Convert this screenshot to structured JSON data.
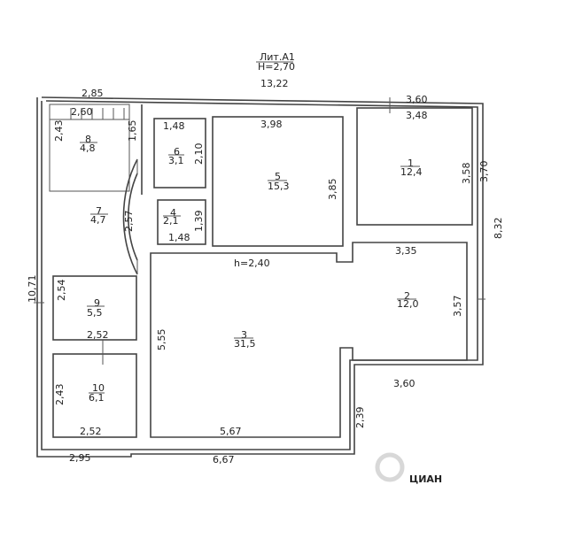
{
  "header": {
    "lit": "Лит.А1",
    "height": "Н=2,70"
  },
  "overall_width": "13,22",
  "overall_height": "8,32",
  "floor_height": "h=2,40",
  "watermark": "ЦИАН",
  "rooms": [
    {
      "num": "1",
      "area": "12,4"
    },
    {
      "num": "2",
      "area": "12,0"
    },
    {
      "num": "3",
      "area": "31,5"
    },
    {
      "num": "4",
      "area": "2,1"
    },
    {
      "num": "5",
      "area": "15,3"
    },
    {
      "num": "6",
      "area": "3,1"
    },
    {
      "num": "7",
      "area": "4,7"
    },
    {
      "num": "8",
      "area": "4,8"
    },
    {
      "num": "9",
      "area": "5,5"
    },
    {
      "num": "10",
      "area": "6,1"
    }
  ],
  "dims": {
    "top_left": "2,85",
    "stair_w": "2,60",
    "stair_h1": "2,43",
    "stair_h2": "1,65",
    "r6_w": "1,48",
    "r6_h": "2,10",
    "r5_w": "3,98",
    "r5_h": "3,85",
    "r1_top": "3,60",
    "r1_w": "3,48",
    "r1_h": "3,58",
    "r1_outer": "3,70",
    "r7_h": "2,57",
    "r4_h": "1,39",
    "r4_w": "1,48",
    "left_total": "10,71",
    "r9_h": "2,54",
    "r9_w": "2,52",
    "r3_h": "5,55",
    "r2_w": "3,35",
    "r2_h": "3,57",
    "r2_bottom": "3,60",
    "r10_h": "2,43",
    "r10_w": "2,52",
    "r3_bottom": "5,67",
    "step_h": "2,39",
    "bottom_left": "2,95",
    "bottom_right": "6,67"
  }
}
